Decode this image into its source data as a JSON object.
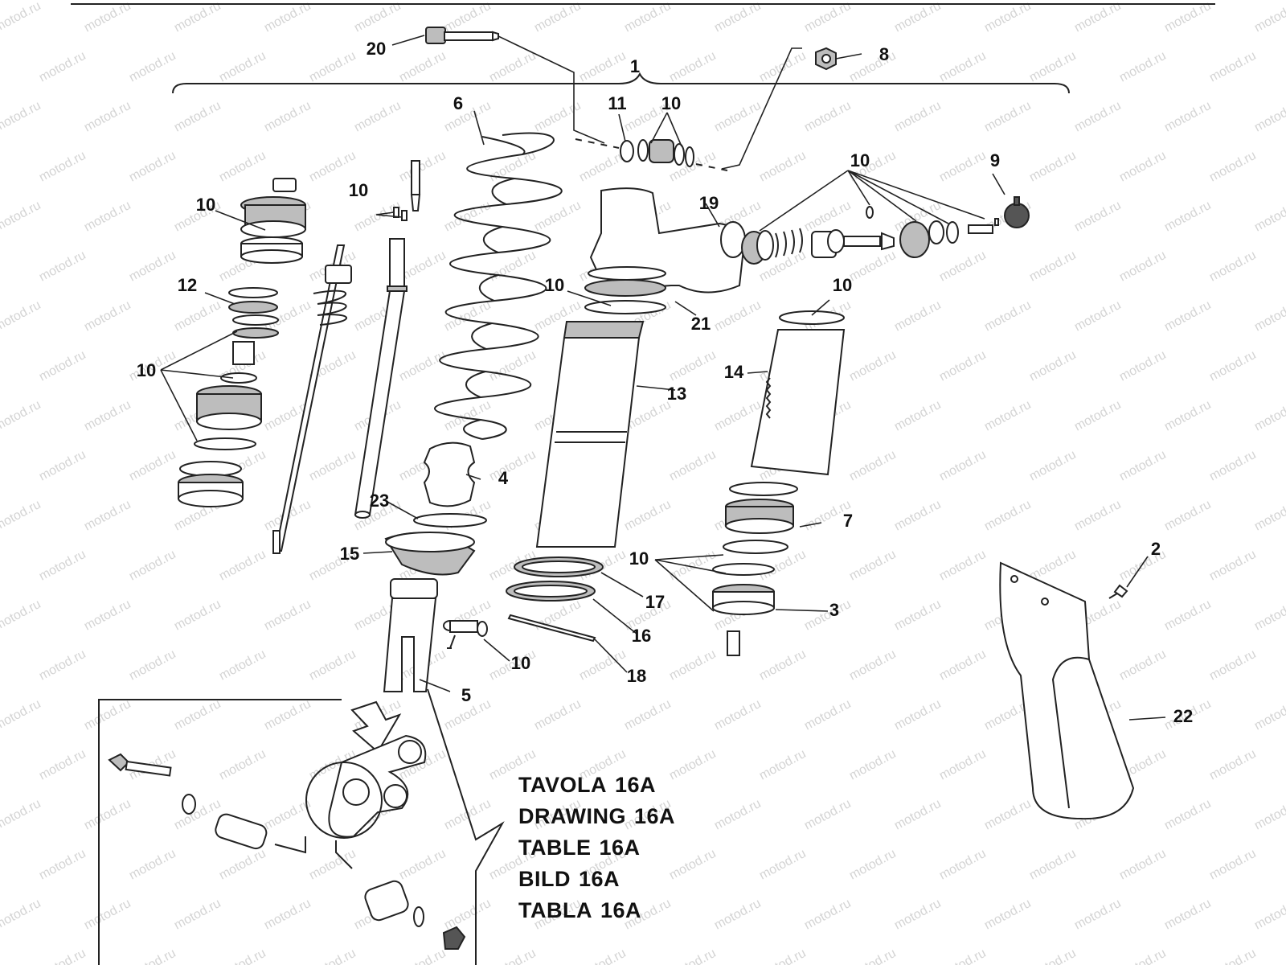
{
  "callouts": {
    "c1": "1",
    "c2": "2",
    "c3": "3",
    "c4": "4",
    "c5": "5",
    "c6": "6",
    "c7": "7",
    "c8": "8",
    "c9": "9",
    "c10": "10",
    "c11": "11",
    "c12": "12",
    "c13": "13",
    "c14": "14",
    "c15": "15",
    "c16": "16",
    "c17": "17",
    "c18": "18",
    "c19": "19",
    "c20": "20",
    "c21": "21",
    "c22": "22",
    "c23": "23"
  },
  "reference_table": [
    {
      "word": "TAVOLA",
      "code": "16A"
    },
    {
      "word": "DRAWING",
      "code": "16A"
    },
    {
      "word": "TABLE",
      "code": "16A"
    },
    {
      "word": "BILD",
      "code": "16A"
    },
    {
      "word": "TABLA",
      "code": "16A"
    }
  ],
  "watermark": "motod.ru",
  "colors": {
    "line": "#222222",
    "shade": "#bdbdbd",
    "watermark": "#d4d4d4"
  }
}
